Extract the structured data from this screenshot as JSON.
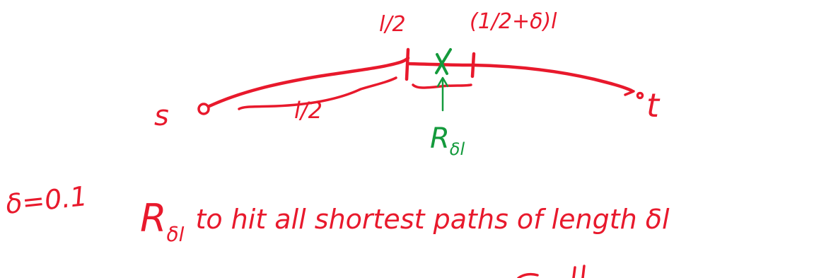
{
  "labels": {
    "source": "s",
    "target": "t",
    "half_top": "l/2",
    "half_bottom": "l/2",
    "upper_right": "(1/2+δ)l",
    "sample_set": "R",
    "sample_set_sub": "δl",
    "delta_value": "δ=0.1",
    "sentence_main": "to hit all shortest paths of length δl",
    "sentence_set": "R",
    "sentence_set_sub": "δl",
    "cut_off_fragment": "..."
  },
  "colors": {
    "red_ink": "#e8192c",
    "green_ink": "#149a3c",
    "background": "#ffffff"
  }
}
